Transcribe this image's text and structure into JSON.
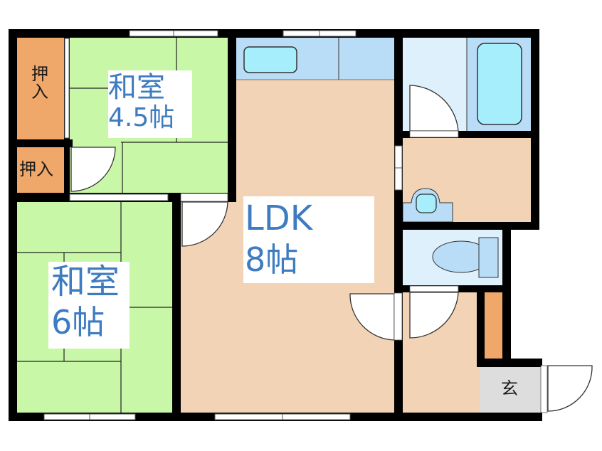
{
  "floorplan": {
    "colors": {
      "wall": "#000000",
      "tatami": "#c9f7a8",
      "wood_floor": "#f2d3b5",
      "closet": "#f0a86a",
      "wet_area": "#b9dcf7",
      "wet_light": "#dff0fd",
      "fixture": "#a6eefb",
      "entrance": "#dddddd",
      "label_text": "#3e7cc1"
    },
    "rooms": [
      {
        "id": "washitsu-45",
        "name": "和室",
        "size": "4.5帖"
      },
      {
        "id": "washitsu-6",
        "name": "和室",
        "size": "6帖"
      },
      {
        "id": "ldk",
        "name": "LDK",
        "size": "8帖"
      }
    ],
    "closets": [
      {
        "id": "oshiire-1",
        "label": "押入"
      },
      {
        "id": "oshiire-2",
        "label": "押入"
      }
    ],
    "entrance": {
      "label": "玄"
    }
  }
}
